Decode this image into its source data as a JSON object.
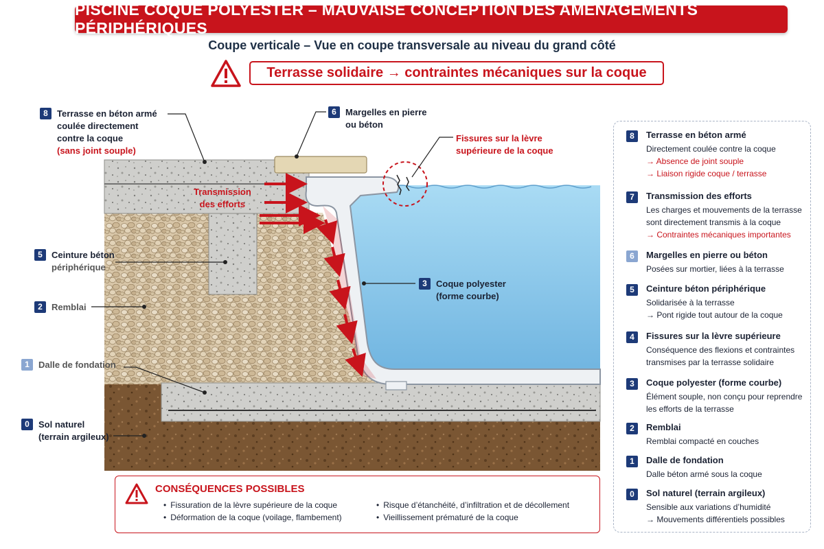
{
  "title": "PISCINE COQUE POLYESTER – MAUVAISE CONCEPTION DES AMÉNAGEMENTS PÉRIPHÉRIQUES",
  "subtitle": "Coupe verticale – Vue en coupe transversale au niveau du grand côté",
  "warning": "Terrasse solidaire → contraintes mécaniques sur la coque",
  "labels": {
    "l8": {
      "num": "8",
      "lines": [
        "Terrasse en béton armé",
        "coulée directement",
        "contre la coque"
      ],
      "red": "(sans joint souple)"
    },
    "l6": {
      "num": "6",
      "lines": [
        "Margelles en pierre",
        "ou béton"
      ]
    },
    "fissures": [
      "Fissures sur la lèvre",
      "supérieure de la coque"
    ],
    "transmission": [
      "Transmission",
      "des efforts"
    ],
    "l5": {
      "num": "5",
      "lines": [
        "Ceinture béton",
        "périphérique"
      ]
    },
    "l3": {
      "num": "3",
      "lines": [
        "Coque polyester",
        "(forme courbe)"
      ]
    },
    "l2": {
      "num": "2",
      "text": "Remblai"
    },
    "l1": {
      "num": "1",
      "text": "Dalle de fondation"
    },
    "l0": {
      "num": "0",
      "lines": [
        "Sol naturel",
        "(terrain argileux)"
      ]
    }
  },
  "legend": [
    {
      "num": "8",
      "title": "Terrasse en béton armé",
      "lines": [
        {
          "t": "Directement coulée contre la coque",
          "red": false
        },
        {
          "t": "→ Absence de joint souple",
          "red": true
        },
        {
          "t": "→ Liaison rigide coque / terrasse",
          "red": true
        }
      ]
    },
    {
      "num": "7",
      "title": "Transmission des efforts",
      "lines": [
        {
          "t": "Les charges et mouvements de la terrasse",
          "red": false
        },
        {
          "t": "sont directement transmis à la coque",
          "red": false
        },
        {
          "t": "→ Contraintes mécaniques importantes",
          "red": true
        }
      ]
    },
    {
      "num": "6",
      "title": "Margelles en pierre ou béton",
      "lines": [
        {
          "t": "Posées sur mortier, liées à la terrasse",
          "red": false
        }
      ]
    },
    {
      "num": "5",
      "title": "Ceinture béton périphérique",
      "lines": [
        {
          "t": "Solidarisée à la terrasse",
          "red": false
        },
        {
          "t": "→ Pont rigide tout autour de la coque",
          "red": false
        }
      ]
    },
    {
      "num": "4",
      "title": "Fissures sur la lèvre supérieure",
      "lines": [
        {
          "t": "Conséquence des flexions et contraintes",
          "red": false
        },
        {
          "t": "transmises par la terrasse solidaire",
          "red": false
        }
      ]
    },
    {
      "num": "3",
      "title": "Coque polyester (forme courbe)",
      "lines": [
        {
          "t": "Élément souple, non conçu pour reprendre",
          "red": false
        },
        {
          "t": "les efforts de la terrasse",
          "red": false
        }
      ]
    },
    {
      "num": "2",
      "title": "Remblai",
      "lines": [
        {
          "t": "Remblai compacté en couches",
          "red": false
        }
      ]
    },
    {
      "num": "1",
      "title": "Dalle de fondation",
      "lines": [
        {
          "t": "Dalle béton armé sous la coque",
          "red": false
        }
      ]
    },
    {
      "num": "0",
      "title": "Sol naturel (terrain argileux)",
      "lines": [
        {
          "t": "Sensible aux variations d’humidité",
          "red": false
        },
        {
          "t": "→ Mouvements différentiels possibles",
          "red": false
        }
      ]
    }
  ],
  "consequences": {
    "title": "CONSÉQUENCES POSSIBLES",
    "items": [
      "Fissuration de la lèvre supérieure de la coque",
      "Déformation de la coque (voilage, flambement)",
      "Risque d’étanchéité, d’infiltration et de décollement",
      "Vieillissement prématuré de la coque"
    ]
  },
  "colors": {
    "accent": "#c8141c",
    "badge": "#1d3a78",
    "water": "#8cc8ea",
    "concrete": "#c9c9c6",
    "soil": "#7a5633"
  }
}
